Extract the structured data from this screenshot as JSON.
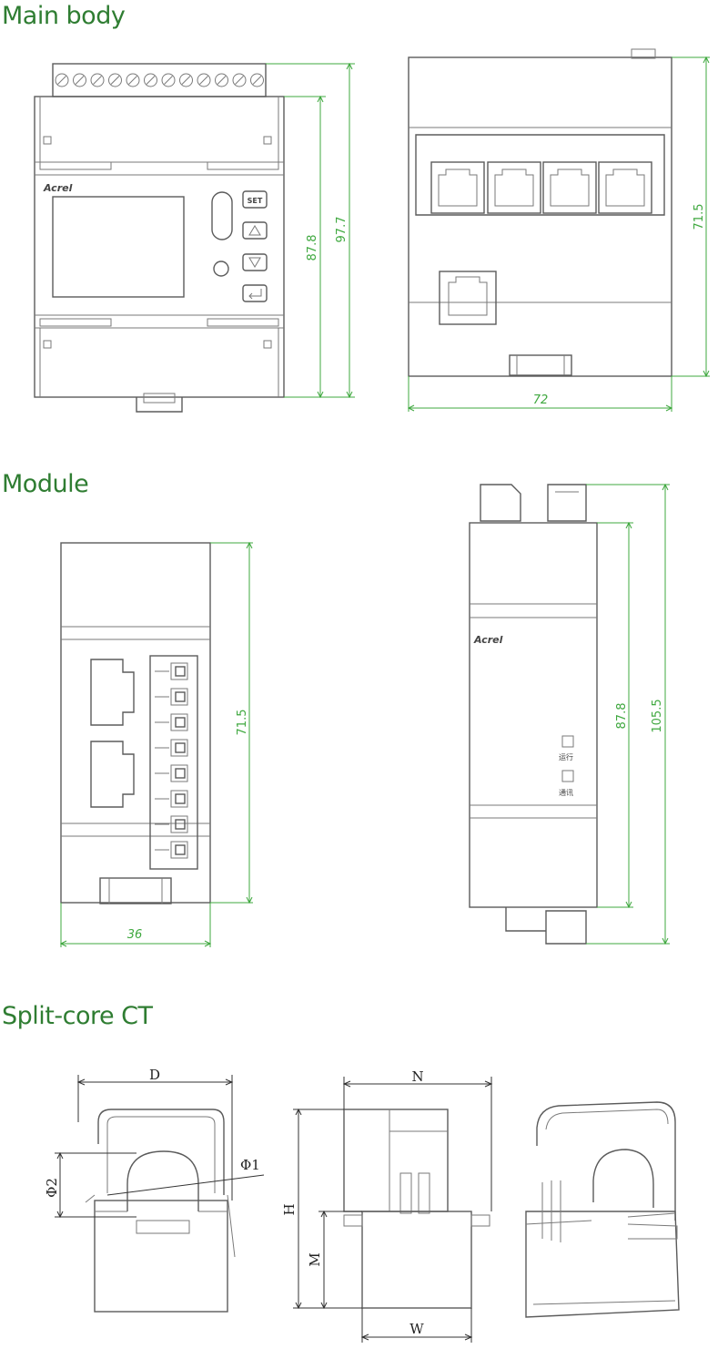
{
  "colors": {
    "title": "#2f7d32",
    "dimension": "#3fa83f",
    "line": "#5b5b5b"
  },
  "sections": {
    "main_body": {
      "title": "Main body",
      "brand": "Acrel",
      "buttons": {
        "set": "SET"
      },
      "dims": {
        "inner_height": "87.8",
        "total_height": "97.7",
        "rear_height": "71.5",
        "rear_width": "72"
      }
    },
    "module": {
      "title": "Module",
      "brand": "Acrel",
      "dims": {
        "front_height": "71.5",
        "front_width": "36",
        "side_inner": "87.8",
        "side_total": "105.5"
      },
      "led_labels": [
        "运行",
        "通讯"
      ]
    },
    "ct": {
      "title": "Split-core CT",
      "dims": {
        "d": "D",
        "phi2": "Φ2",
        "phi1": "Φ1",
        "n": "N",
        "h": "H",
        "m": "M",
        "w": "W"
      }
    }
  }
}
